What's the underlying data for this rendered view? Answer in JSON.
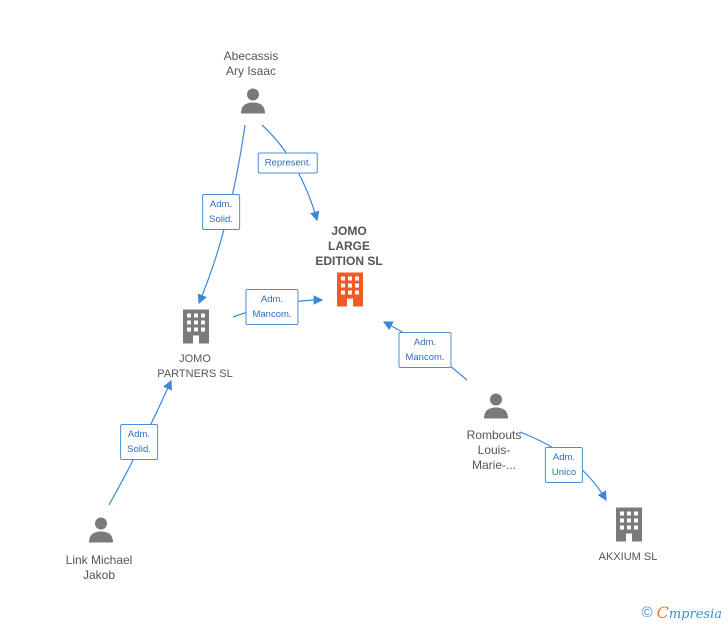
{
  "nodes": {
    "abecassis": {
      "line1": "Abecassis",
      "line2": "Ary Isaac"
    },
    "jomo_large": {
      "line1": "JOMO",
      "line2": "LARGE",
      "line3": "EDITION  SL"
    },
    "jomo_partners": {
      "line1": "JOMO",
      "line2": "PARTNERS  SL"
    },
    "rombouts": {
      "line1": "Rombouts",
      "line2": "Louis-",
      "line3": "Marie-..."
    },
    "link": {
      "line1": "Link Michael",
      "line2": "Jakob"
    },
    "akxium": {
      "line1": "AKXIUM  SL"
    }
  },
  "edges": {
    "represent": {
      "line1": "Represent."
    },
    "adm_solid_1": {
      "line1": "Adm.",
      "line2": "Solid."
    },
    "adm_mancom_1": {
      "line1": "Adm.",
      "line2": "Mancom."
    },
    "adm_mancom_2": {
      "line1": "Adm.",
      "line2": "Mancom."
    },
    "adm_solid_2": {
      "line1": "Adm.",
      "line2": "Solid."
    },
    "adm_unico": {
      "line1": "Adm.",
      "line2": "Unico"
    }
  },
  "footer": {
    "copyright": "©",
    "brand_first": "C",
    "brand_rest": "mpresia"
  },
  "colors": {
    "edge": "#3b86d8",
    "person": "#7a7a7a",
    "company": "#7a7a7a",
    "main_company": "#f05a28"
  }
}
